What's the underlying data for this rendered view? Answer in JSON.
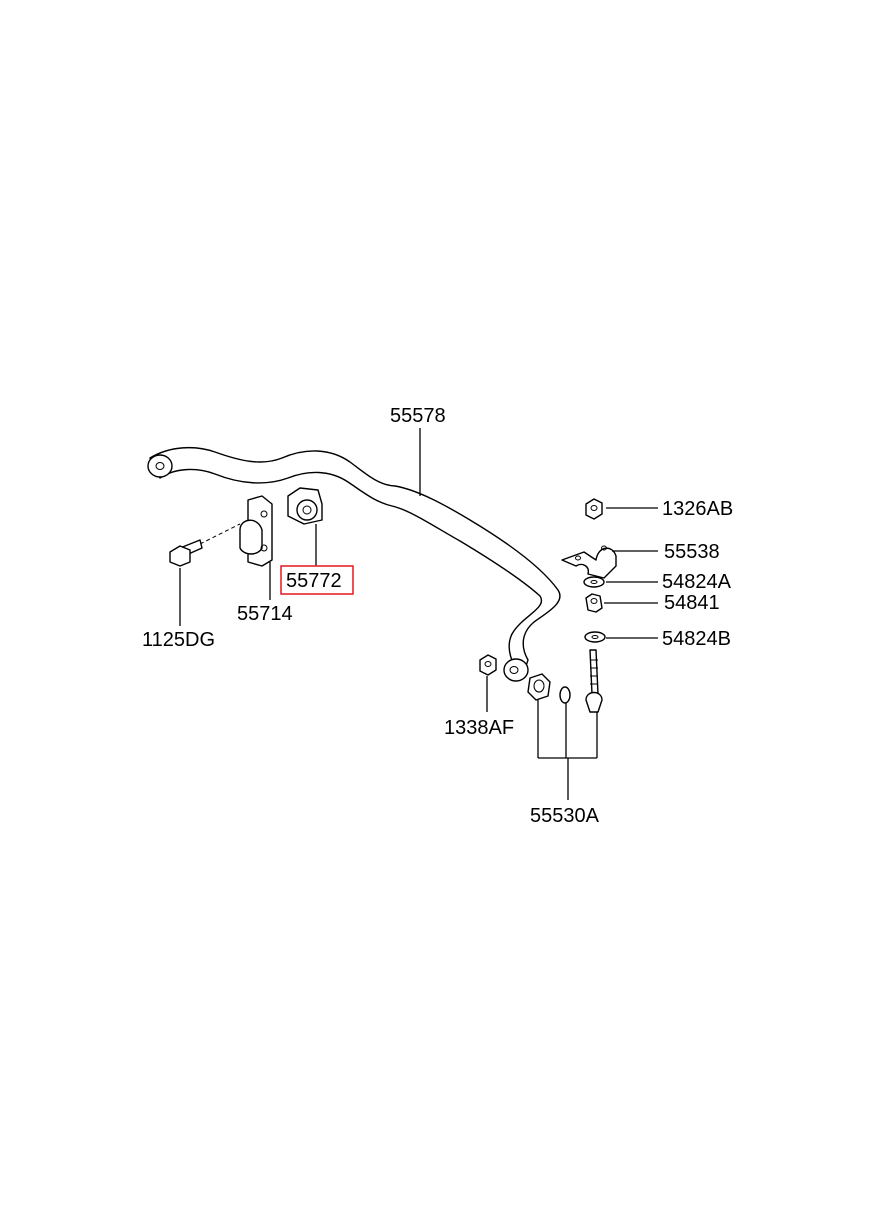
{
  "diagram": {
    "highlight_color": "#e8262b",
    "parts": {
      "stabilizer_bar": "55578",
      "upper_nut": "1326AB",
      "bracket": "55538",
      "washer_a": "54824A",
      "bushing_small": "54841",
      "washer_b": "54824B",
      "clamp": "55714",
      "bushing": "55772",
      "bolt": "1125DG",
      "lower_nut": "1338AF",
      "link_assembly": "55530A"
    },
    "selected_part": "55772"
  }
}
